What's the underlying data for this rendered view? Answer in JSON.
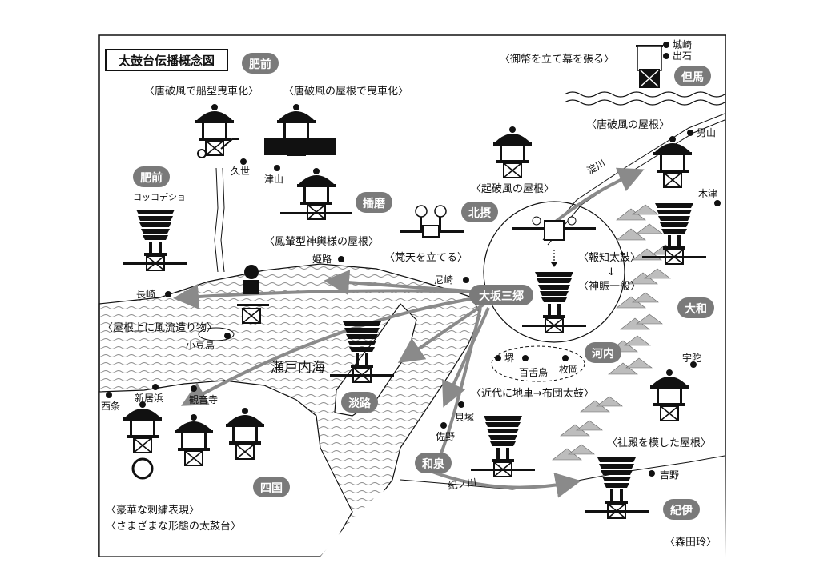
{
  "title": "太鼓台伝播概念図",
  "credit": "〈森田玲〉",
  "regions": {
    "hizen_top": "肥前",
    "hizen_left": "肥前",
    "harima": "播磨",
    "hokusetsu": "北摂",
    "osaka": "大坂三郷",
    "tajima": "但馬",
    "yamato": "大和",
    "kawachi": "河内",
    "awaji": "淡路",
    "izumi": "和泉",
    "shikoku": "四国",
    "kii": "紀伊"
  },
  "seas": {
    "setonaikai": "瀬戸内海"
  },
  "rivers": {
    "yodogawa": "淀川",
    "kinokawa": "紀ノ川"
  },
  "places": {
    "kuse": "久世",
    "tsuyama": "津山",
    "nagasaki": "長崎",
    "himeji": "姫路",
    "amagasaki": "尼崎",
    "shodoshima": "小豆島",
    "saijo": "西条",
    "niihama": "新居浜",
    "kanonji": "観音寺",
    "kaizuka": "貝塚",
    "sano": "佐野",
    "sakai": "堺",
    "mozu": "百舌鳥",
    "hiraoka": "枚岡",
    "otokoyama": "男山",
    "kizu": "木津",
    "uda": "宇陀",
    "yoshino": "吉野",
    "kinosaki": "城崎",
    "izushi": "出石",
    "kokkodesho": "コッコデショ"
  },
  "annotations": {
    "karahafu_ship": "〈唐破風で船型曳車化〉",
    "karahafu_roof": "〈唐破風の屋根で曳車化〉",
    "phoenix_roof": "〈鳳輦型神輿様の屋根〉",
    "bonten": "〈梵天を立てる〉",
    "kikuhafu": "〈起破風の屋根〉",
    "karahafu_roof2": "〈唐破風の屋根〉",
    "gohei": "〈御幣を立て幕を張る〉",
    "hochi": "〈報知太鼓〉",
    "arrow": "↓",
    "shinshin": "〈神賑一般〉",
    "furyu": "〈屋根上に風流造り物〉",
    "jiguruma": "〈近代に地車→布団太鼓〉",
    "shaden": "〈社殿を模した屋根〉",
    "embroidery": "〈豪華な刺繍表現〉",
    "various": "〈さまざまな形態の太鼓台〉"
  },
  "colors": {
    "label_fill": "#7a7a7a",
    "arrow": "#8a8a8a",
    "ink": "#111111",
    "mountain": "#b8b8b8"
  }
}
